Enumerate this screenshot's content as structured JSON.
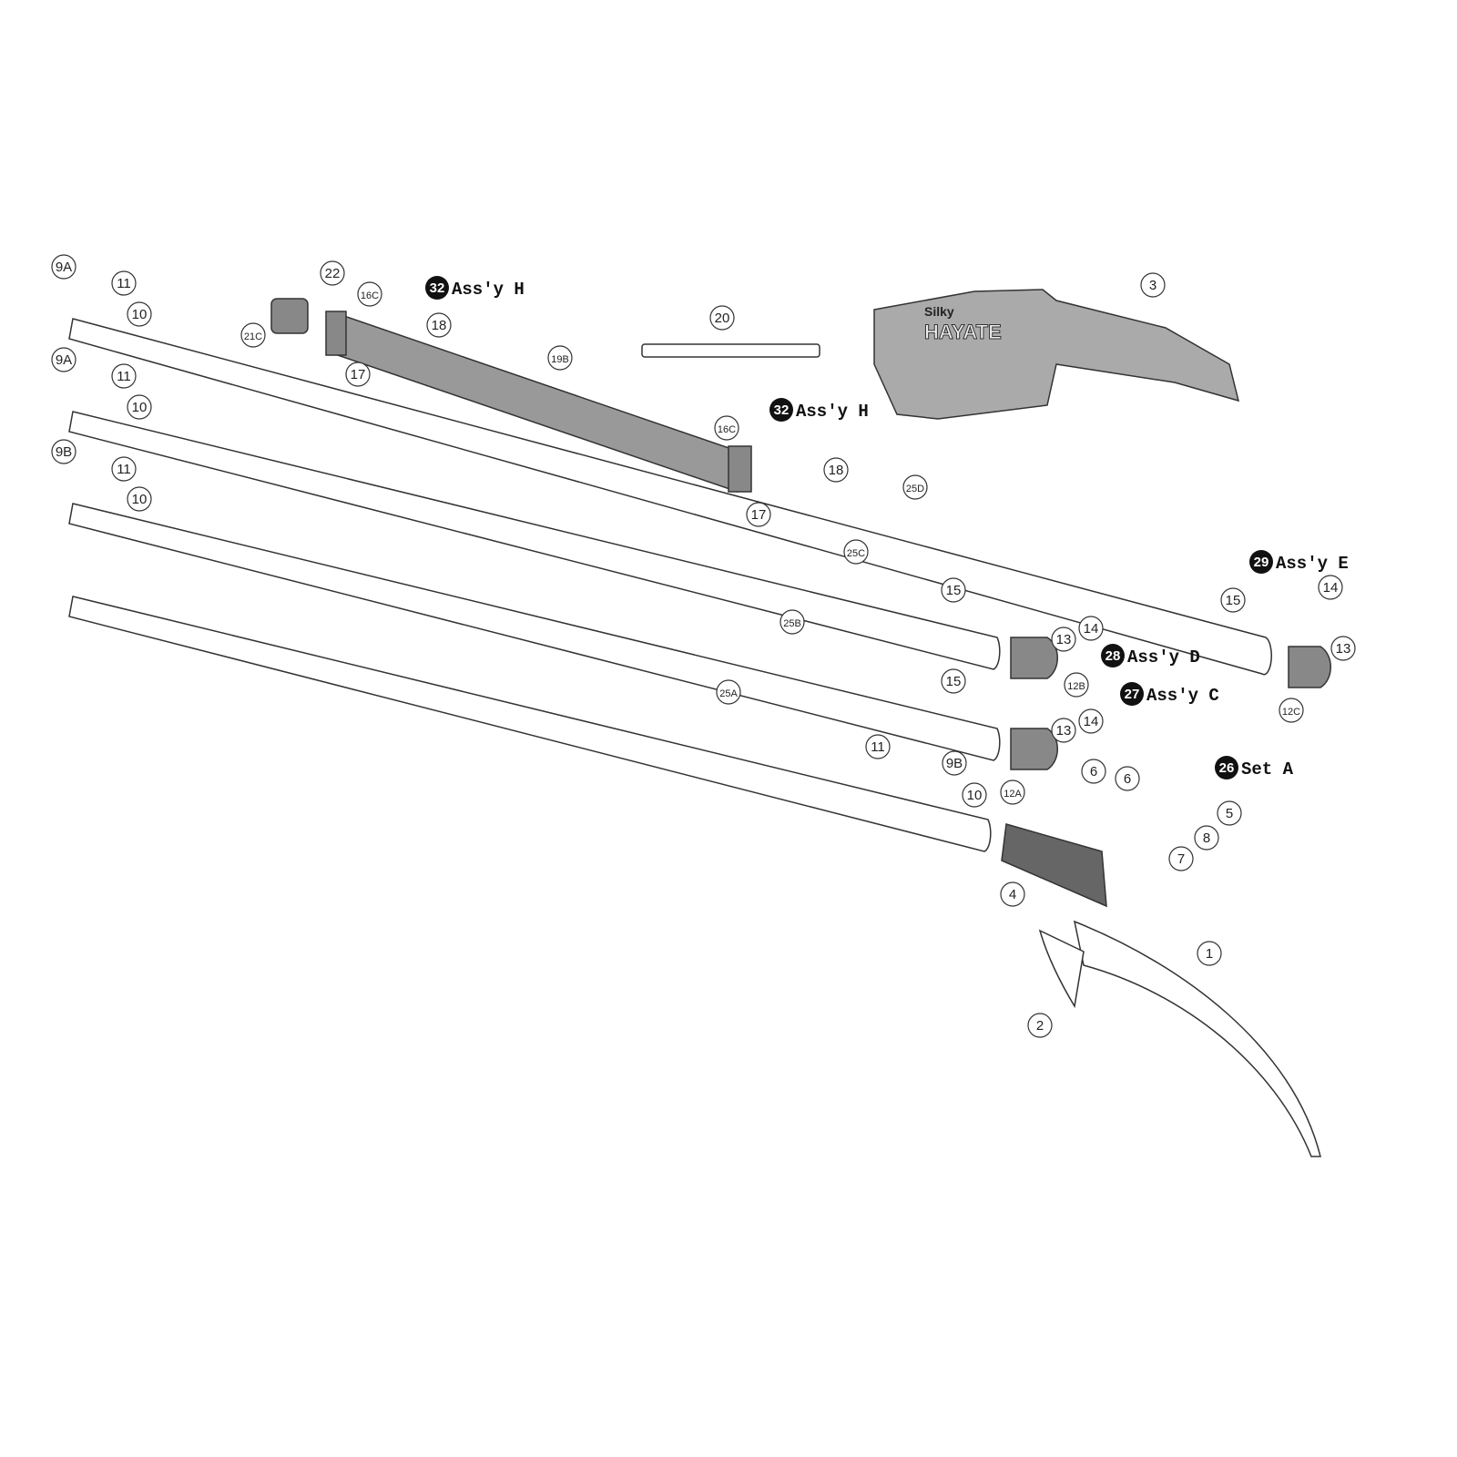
{
  "title": "Silky HAYATE pole saw exploded parts diagram",
  "logo": {
    "brand": "Silky",
    "model": "HAYATE"
  },
  "parts": [
    "9A",
    "11",
    "10",
    "9A",
    "11",
    "10",
    "9B",
    "11",
    "10",
    "22",
    "16C",
    "21C",
    "18",
    "17",
    "19B",
    "20",
    "3",
    "16C",
    "18",
    "17",
    "25D",
    "25C",
    "25B",
    "25A",
    "15",
    "14",
    "13",
    "12B",
    "15",
    "14",
    "13",
    "12A",
    "11",
    "9B",
    "10",
    "15",
    "14",
    "13",
    "12C",
    "6",
    "6",
    "5",
    "8",
    "7",
    "4",
    "1",
    "2"
  ],
  "assemblies": [
    {
      "num": "32",
      "label": "Ass'y H"
    },
    {
      "num": "32",
      "label": "Ass'y H"
    },
    {
      "num": "29",
      "label": "Ass'y E"
    },
    {
      "num": "28",
      "label": "Ass'y D"
    },
    {
      "num": "27",
      "label": "Ass'y C"
    },
    {
      "num": "26",
      "label": "Set A"
    }
  ]
}
